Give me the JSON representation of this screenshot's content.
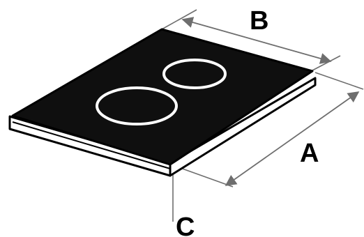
{
  "diagram": {
    "subject": "induction-hob-with-two-cooking-zones",
    "labels": {
      "width": "B",
      "depth": "A",
      "height": "C"
    },
    "colors": {
      "surface": "#0f0f0f",
      "edge": "#000000",
      "cooking_zone_ring": "#ffffff",
      "dimension_line": "#6e6e6e",
      "label_text": "#000000"
    }
  }
}
